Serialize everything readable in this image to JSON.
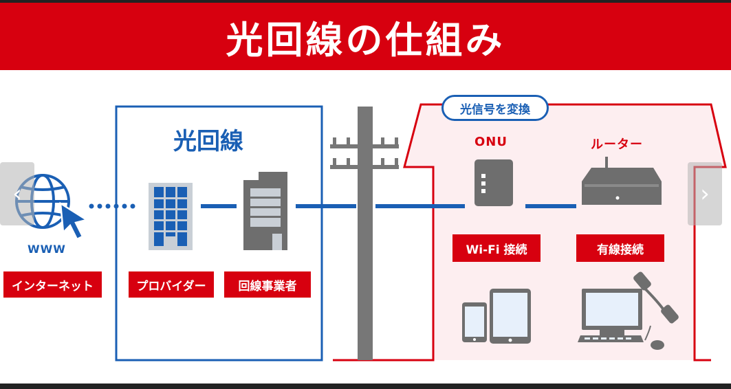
{
  "header": {
    "title": "光回線の仕組み"
  },
  "sections": {
    "fiber_title": "光回線",
    "onu_title": "ONU",
    "router_title": "ルーター",
    "bubble": "光信号を変換",
    "www": "WWW"
  },
  "labels": {
    "internet": "インターネット",
    "provider": "プロバイダー",
    "carrier": "回線事業者",
    "wifi": "Wi-Fi 接続",
    "wired": "有線接続"
  },
  "nav": {
    "prev": "‹",
    "next": "›"
  },
  "colors": {
    "accent_red": "#d7000f",
    "blue": "#1a5fb4",
    "gray": "#777777",
    "pink_bg": "#fdeef0"
  }
}
